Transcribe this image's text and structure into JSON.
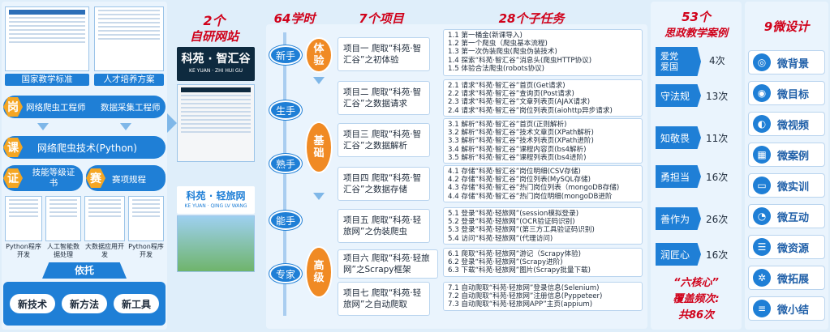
{
  "left": {
    "top_captions": [
      "国家教学标准",
      "人才培养方案"
    ],
    "gang": {
      "tag": "岗",
      "items": [
        "网络爬虫工程师",
        "数据采集工程师"
      ]
    },
    "ke": {
      "tag": "课",
      "text": "网络爬虫技术(Python)"
    },
    "zheng": {
      "tag": "证",
      "text": "技能等级证书"
    },
    "sai": {
      "tag": "赛",
      "text": "赛项规程"
    },
    "doc_captions": [
      "Python程序开发",
      "人工智能数据处理",
      "大数据应用开发",
      "Python程序开发"
    ],
    "yituo": "依托",
    "bottom": [
      "新技术",
      "新方法",
      "新工具"
    ]
  },
  "sites": {
    "header_num": "2个",
    "header_txt": "自研网站",
    "site1_name": "科苑 · 智汇谷",
    "site1_pinyin": "KE YUAN · ZHI HUI GU",
    "site2_name": "科苑 · 轻旅网",
    "site2_pinyin": "KE YUAN · QING LV WANG"
  },
  "headers": {
    "hours": "64学时",
    "projects": "7个项目",
    "subtasks": "28个子任务",
    "cases_num": "53个",
    "cases_txt": "思政教学案例",
    "micro": "9微设计"
  },
  "stages": [
    "新手",
    "生手",
    "熟手",
    "能手",
    "专家"
  ],
  "levels": [
    "体验",
    "基础",
    "高级"
  ],
  "projects": [
    {
      "title": "项目一 爬取“科苑·智汇谷”之初体验",
      "tasks": [
        "1.1 第一桶金(新课导入)",
        "1.2 第一个爬虫（爬虫基本流程)",
        "1.3 第一次伪装爬虫(爬虫伪装技术)",
        "1.4 探索“科苑·智汇谷”消息头(爬虫HTTP协议)",
        "1.5 体验合法爬虫(robots协议)"
      ]
    },
    {
      "title": "项目二 爬取“科苑·智汇谷”之数据请求",
      "tasks": [
        "2.1 请求“科苑·智汇谷”首页(Get请求)",
        "2.2 请求“科苑·智汇谷”查询页(Post请求)",
        "2.3 请求“科苑·智汇谷”文章列表页(AJAX请求)",
        "2.4 请求“科苑·智汇谷”岗位列表页(aiohttp异步请求)"
      ]
    },
    {
      "title": "项目三 爬取“科苑·智汇谷”之数据解析",
      "tasks": [
        "3.1 解析“科苑·智汇谷”首页(正则解析)",
        "3.2 解析“科苑·智汇谷”技术文章页(XPath解析)",
        "3.3 解析“科苑·智汇谷”技术列表页(XPath进阶)",
        "3.4 解析“科苑·智汇谷”课程内容页(bs4解析)",
        "3.5 解析“科苑·智汇谷”课程列表页(bs4进阶)"
      ]
    },
    {
      "title": "项目四 爬取“科苑·智汇谷”之数据存储",
      "tasks": [
        "4.1 存储“科苑·智汇谷”岗位明细(CSV存储)",
        "4.2 存储“科苑·智汇谷”岗位列表(MySQL存储)",
        "4.3 存储“科苑·智汇谷”热门岗位列表（mongoDB存储)",
        "4.4 存储“科苑·智汇谷”热门岗位明细(mongoDB进阶"
      ]
    },
    {
      "title": "项目五 爬取“科苑·轻旅网”之伪装爬虫",
      "tasks": [
        "5.1 登录“科苑·轻旅网”(session模拟登录)",
        "5.2 登录“科苑·轻旅网”(OCR验证码识别)",
        "5.3 登录“科苑·轻旅网”(第三方工具验证码识别)",
        "5.4 访问“科苑·轻旅网”(代理访问)"
      ]
    },
    {
      "title": "项目六 爬取“科苑·轻旅网”之Scrapy框架",
      "tasks": [
        "6.1 爬取“科苑·轻旅网”游记（Scrapy体验)",
        "6.2 登录“科苑·轻旅网”(Scrapy进阶)",
        "6.3 下载“科苑·轻旅网”图片(Scrapy批量下载)"
      ]
    },
    {
      "title": "项目七 爬取“科苑·轻旅网”之自动爬取",
      "tasks": [
        "7.1 自动爬取“科苑·轻旅网”登录信息(Selenium)",
        "7.2 自动爬取“科苑·轻旅网”注册信息(Pyppeteer)",
        "7.3 自动爬取“科苑·轻旅网APP”主页(appium)"
      ]
    }
  ],
  "cases": [
    {
      "name": "爱党爱国",
      "count": "4次"
    },
    {
      "name": "守法规",
      "count": "13次"
    },
    {
      "name": "知敬畏",
      "count": "11次"
    },
    {
      "name": "勇担当",
      "count": "16次"
    },
    {
      "name": "善作为",
      "count": "26次"
    },
    {
      "name": "润匠心",
      "count": "16次"
    }
  ],
  "cases_footer": [
    "“六核心”",
    "覆盖频次:",
    "共86次"
  ],
  "micro": [
    {
      "label": "微背景",
      "icon": "globe-icon",
      "glyph": "◎"
    },
    {
      "label": "微目标",
      "icon": "target-icon",
      "glyph": "◉"
    },
    {
      "label": "微视频",
      "icon": "eye-icon",
      "glyph": "◐"
    },
    {
      "label": "微案例",
      "icon": "grid-icon",
      "glyph": "▦"
    },
    {
      "label": "微实训",
      "icon": "monitor-icon",
      "glyph": "▭"
    },
    {
      "label": "微互动",
      "icon": "chat-icon",
      "glyph": "◔"
    },
    {
      "label": "微资源",
      "icon": "database-icon",
      "glyph": "☰"
    },
    {
      "label": "微拓展",
      "icon": "network-icon",
      "glyph": "✲"
    },
    {
      "label": "微小结",
      "icon": "list-icon",
      "glyph": "≡"
    }
  ]
}
